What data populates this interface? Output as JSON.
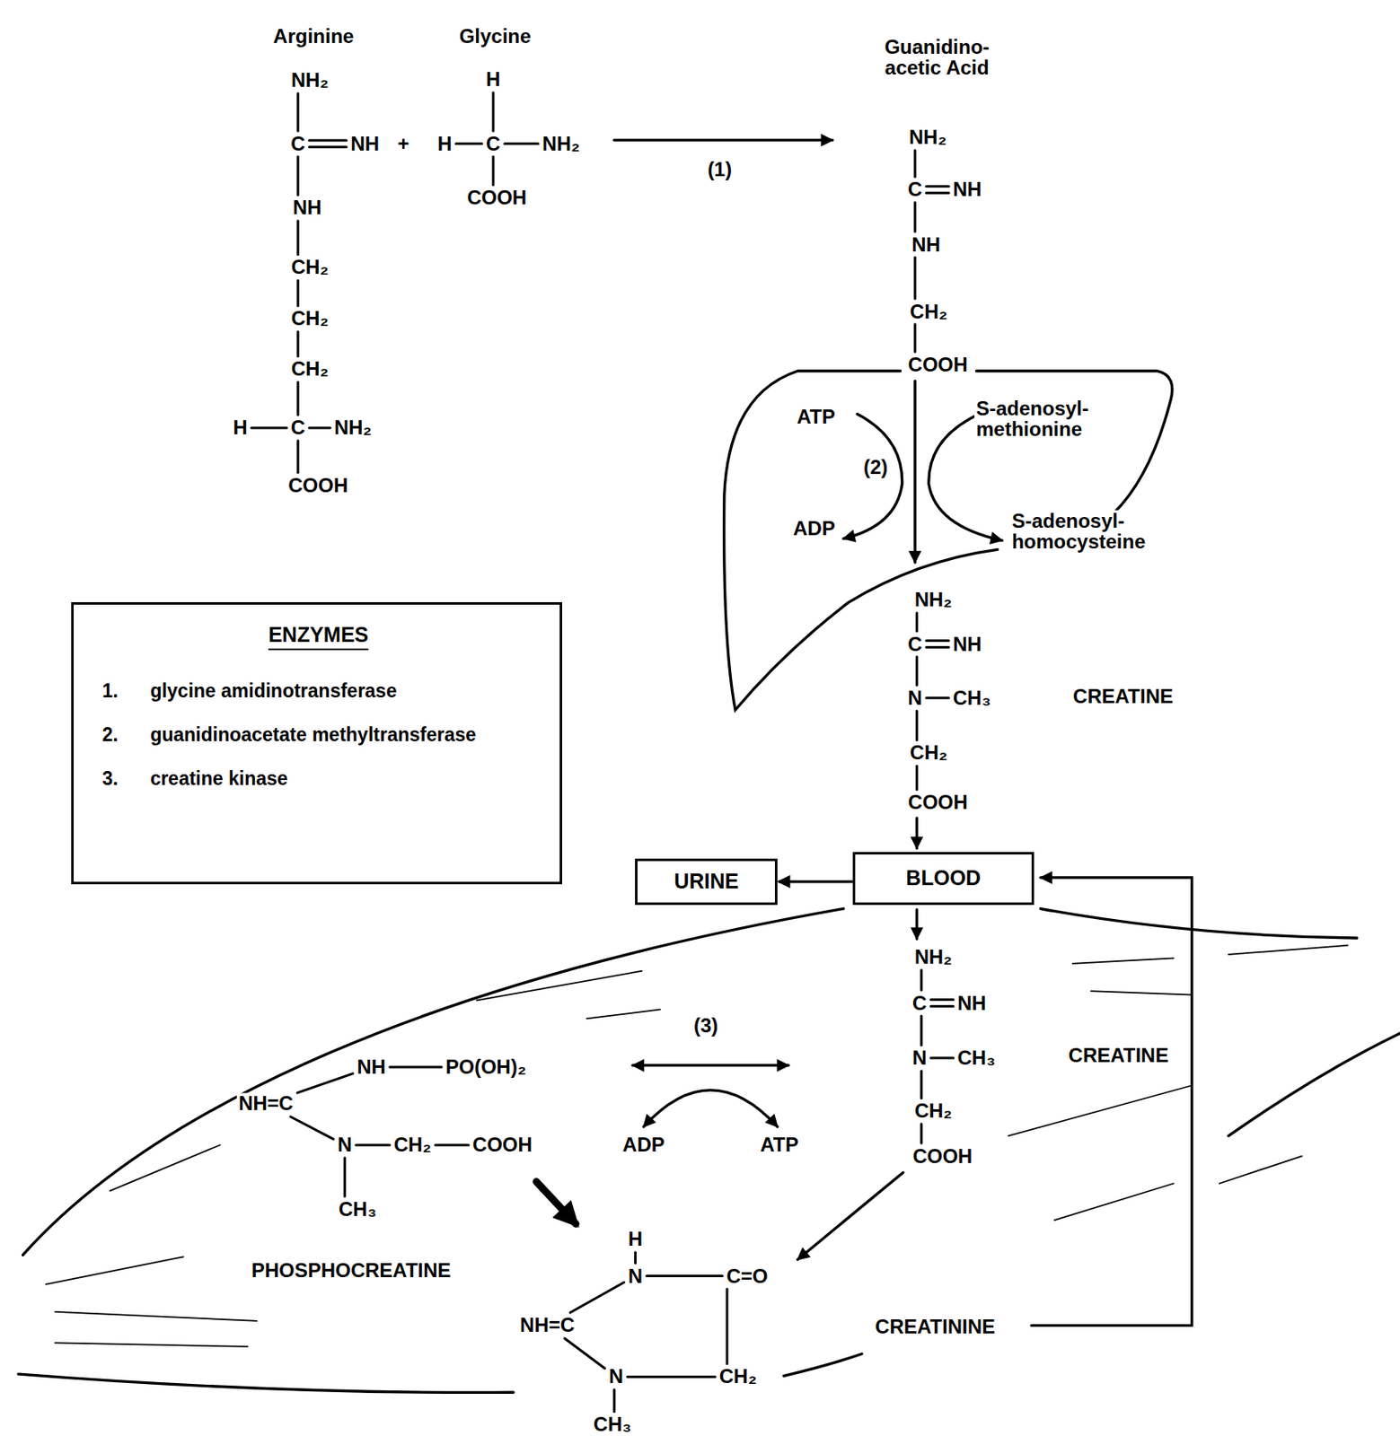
{
  "diagram": {
    "nodes": [
      {
        "text": [
          "ENZYMES",
          "1.",
          "glycine amidinotransferase",
          "2.",
          "guanidinoacetate methyltransferase",
          "3.",
          "creatine kinase"
        ]
      },
      {
        "text": [
          "URINE"
        ]
      },
      {
        "text": [
          "BLOOD"
        ]
      }
    ],
    "edges": [
      {
        "from": 2,
        "to": 1,
        "arrow": "to"
      }
    ],
    "labels": [
      "Arginine",
      "NH₂",
      "C",
      "NH",
      "+",
      "H",
      "Glycine",
      "H",
      "C",
      "NH₂",
      "COOH",
      "NH",
      "CH₂",
      "CH₂",
      "CH₂",
      "H",
      "C",
      "NH₂",
      "COOH",
      "(1)",
      "Guanidino- acetic Acid",
      "NH₂",
      "C",
      "NH",
      "NH",
      "CH₂",
      "COOH",
      "ATP",
      "(2)",
      "ADP",
      "S-adenosyl- methionine",
      "S-adenosyl- homocysteine",
      "NH₂",
      "C",
      "NH",
      "N",
      "CH₃",
      "CH₂",
      "COOH",
      "CREATINE",
      "NH₂",
      "C",
      "NH",
      "N",
      "CH₃",
      "CH₂",
      "COOH",
      "CREATINE",
      "(3)",
      "ADP",
      "ATP",
      "NH=C",
      "NH",
      "PO(OH)₂",
      "N",
      "CH₂",
      "COOH",
      "CH₃",
      "PHOSPHOCREATINE",
      "H",
      "N",
      "C=O",
      "NH=C",
      "N",
      "CH₂",
      "CH₃",
      "CREATININE"
    ]
  }
}
